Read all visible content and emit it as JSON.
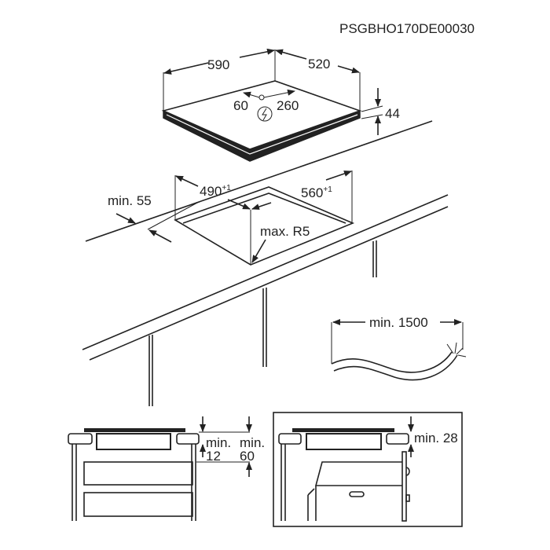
{
  "document_code": "PSGBHO170DE00030",
  "hob": {
    "width": "590",
    "depth": "520",
    "height": "44",
    "connection_offset_left": "60",
    "connection_offset_right": "260",
    "power_icon": "lightning-bolt-icon"
  },
  "cutout": {
    "width": "490",
    "width_tolerance": "+1",
    "depth": "560",
    "depth_tolerance": "+1",
    "min_front_distance": "min. 55",
    "corner_radius": "max. R5"
  },
  "cable": {
    "min_length": "min. 1500"
  },
  "section_drawers": {
    "label_a_line1": "min.",
    "label_a_line2": "12",
    "label_b_line1": "min.",
    "label_b_line2": "60"
  },
  "section_oven": {
    "label": "min. 28"
  }
}
